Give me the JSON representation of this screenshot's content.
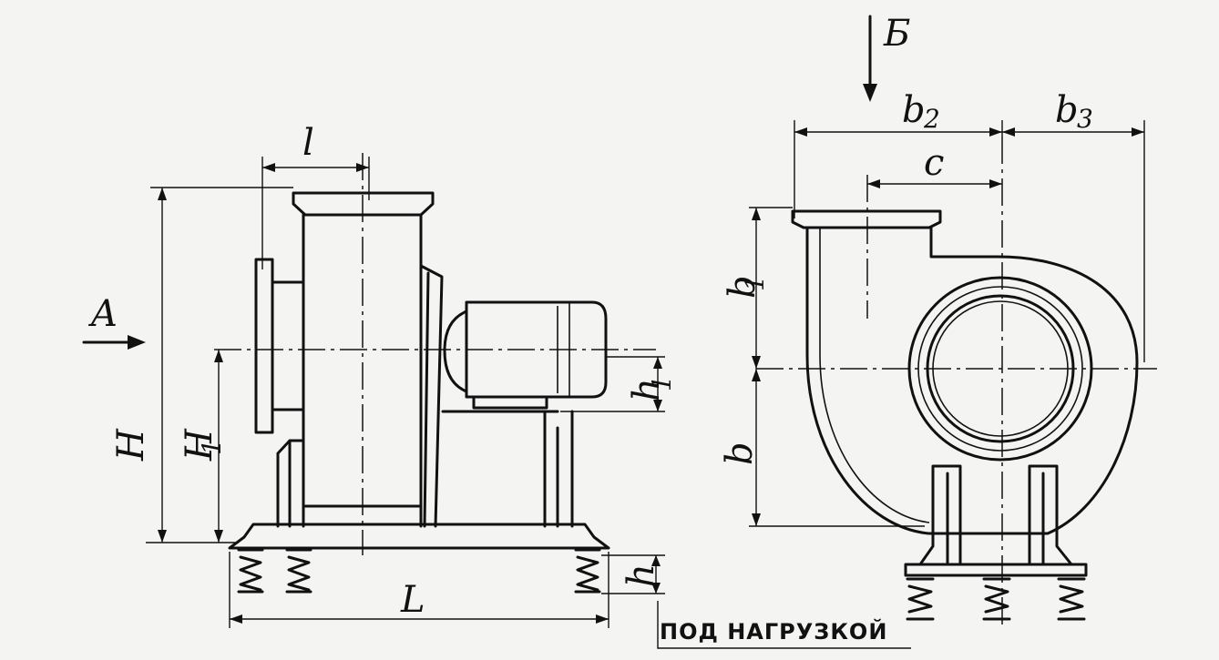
{
  "views": {
    "side": {
      "view_arrow": "A",
      "dimensions": {
        "top_width": "l",
        "overall_height": "H",
        "axis_height": "H",
        "axis_height_sub": "1",
        "motor_offset": "h",
        "motor_offset_sub": "1",
        "base_length": "L",
        "spring_height": "h"
      }
    },
    "front": {
      "view_arrow": "Б",
      "dimensions": {
        "outlet_span": "b",
        "outlet_span_sub": "2",
        "right_span": "b",
        "right_span_sub": "3",
        "outlet_offset": "c",
        "upper_height": "b",
        "upper_height_sub": "1",
        "lower_height": "b"
      }
    }
  },
  "caption": "ПОД НАГРУЗКОЙ"
}
